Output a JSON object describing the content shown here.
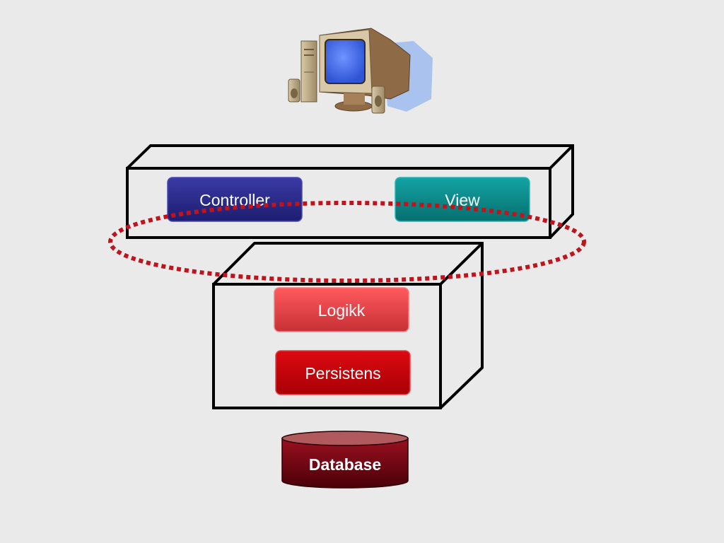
{
  "slide": {
    "background": "#eaeaea"
  },
  "diagram": {
    "client_icon": "desktop-computer-icon",
    "outline_color": "#000000",
    "highlight_ring_color": "#c0141c",
    "presentation_layer": {
      "controller": {
        "label": "Controller",
        "color": "#2a2a8c"
      },
      "view": {
        "label": "View",
        "color": "#0a8a8a"
      }
    },
    "business_layer": {
      "logic": {
        "label": "Logikk",
        "color": "#e8464a"
      },
      "persistence": {
        "label": "Persistens",
        "color": "#c00008"
      }
    },
    "database": {
      "label": "Database",
      "color": "#7a0010"
    }
  }
}
